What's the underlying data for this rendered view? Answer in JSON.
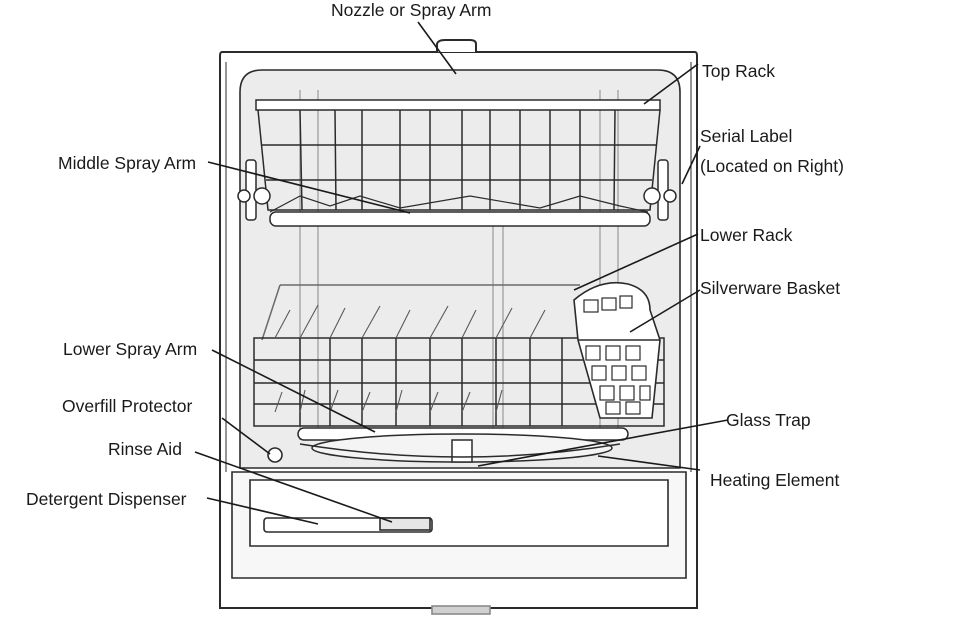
{
  "labels": {
    "nozzle": "Nozzle or Spray Arm",
    "top_rack": "Top Rack",
    "serial_label_1": "Serial Label",
    "serial_label_2": "(Located on Right)",
    "middle_spray_arm": "Middle Spray Arm",
    "lower_rack": "Lower Rack",
    "silverware_basket": "Silverware Basket",
    "lower_spray_arm": "Lower Spray Arm",
    "overfill_protector": "Overfill Protector",
    "glass_trap": "Glass Trap",
    "rinse_aid": "Rinse Aid",
    "heating_element": "Heating Element",
    "detergent_dispenser": "Detergent Dispenser"
  },
  "colors": {
    "line": "#2b2b2b",
    "tub_fill": "#ececec",
    "panel_fill": "#f7f7f7",
    "text": "#1a1a1a"
  }
}
